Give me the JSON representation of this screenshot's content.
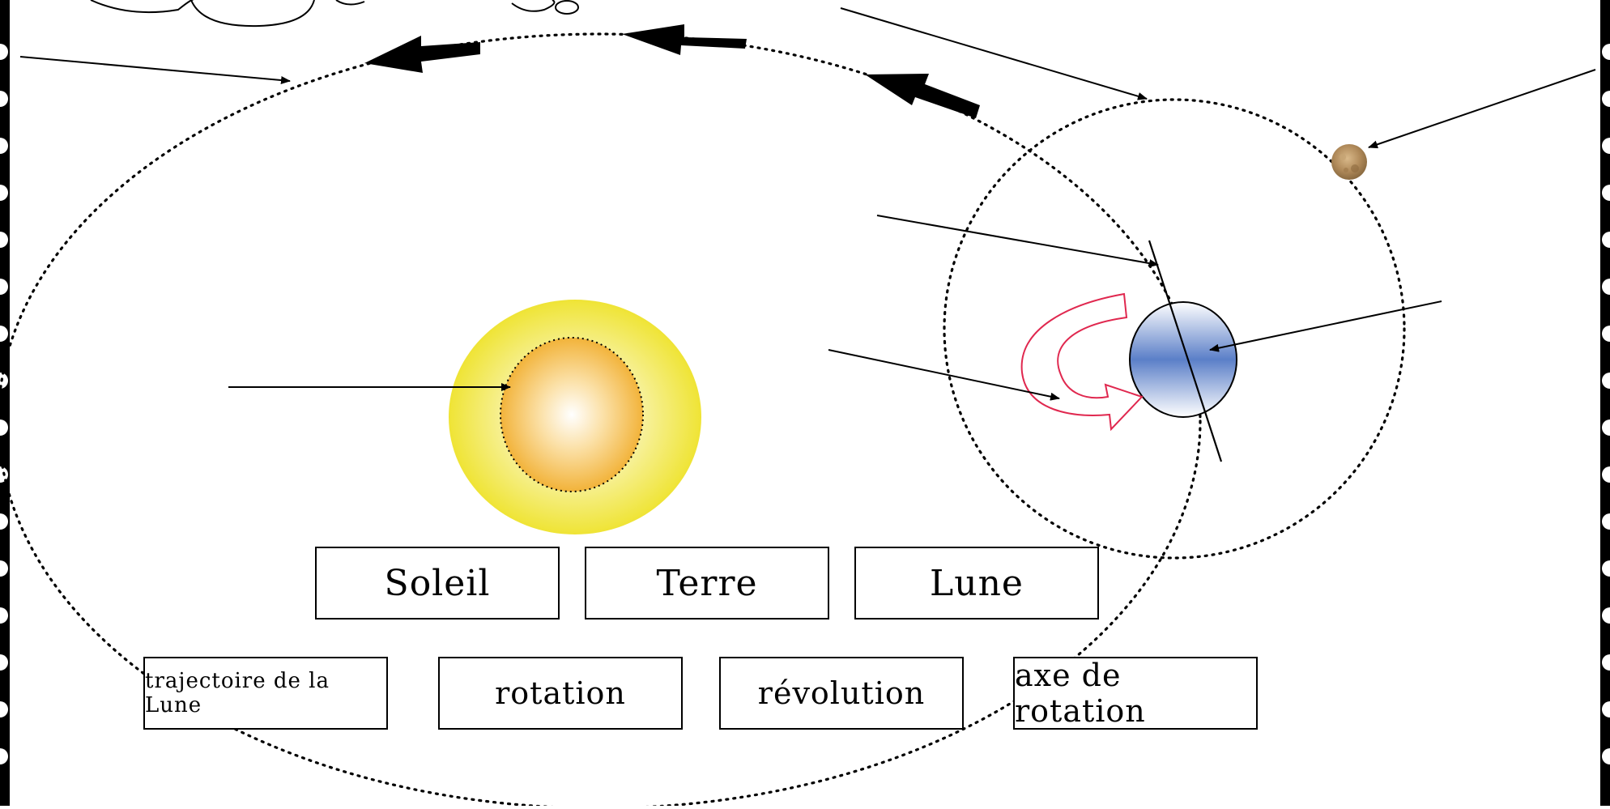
{
  "diagram": {
    "labels_row1": [
      "Soleil",
      "Terre",
      "Lune"
    ],
    "labels_row2": [
      "trajectoire de la Lune",
      "rotation",
      "révolution",
      "axe de rotation"
    ]
  },
  "colors": {
    "sun_outer": "#f2e63a",
    "sun_inner": "#f3b93a",
    "earth": "#5b7fc8",
    "moon": "#b08a5a",
    "rotation_arrow": "#e0284f",
    "border": "#000000"
  }
}
